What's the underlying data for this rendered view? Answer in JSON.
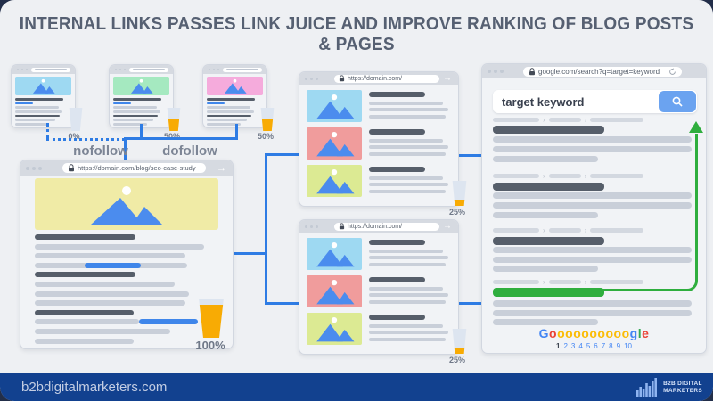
{
  "title": "INTERNAL LINKS PASSES LINK JUICE AND IMPROVE RANKING OF BLOG POSTS & PAGES",
  "links": {
    "nofollow_label": "nofollow",
    "dofollow_label": "dofollow"
  },
  "source_pages": [
    {
      "juice": "0%",
      "link_type": "nofollow"
    },
    {
      "juice": "50%",
      "link_type": "dofollow"
    },
    {
      "juice": "50%",
      "link_type": "dofollow"
    }
  ],
  "main_page": {
    "url": "https://domain.com/blog/seo-case-study",
    "juice": "100%"
  },
  "hub_pages": [
    {
      "url": "https://domain.com/",
      "juice": "25%"
    },
    {
      "url": "https://domain.com/",
      "juice": "25%"
    }
  ],
  "serp": {
    "url": "google.com/search?q=target=keyword",
    "search_query": "target keyword",
    "logo_letters": [
      "G",
      "o",
      "o",
      "o",
      "o",
      "o",
      "o",
      "o",
      "o",
      "o",
      "o",
      "g",
      "l",
      "e"
    ],
    "pages": [
      "1",
      "2",
      "3",
      "4",
      "5",
      "6",
      "7",
      "8",
      "9",
      "10"
    ]
  },
  "footer": {
    "website": "b2bdigitalmarketers.com",
    "logo_line1": "B2B DIGITAL",
    "logo_line2": "MARKETERS"
  },
  "colors": {
    "accent-blue": "#2e7ce4",
    "link-blue": "#3f86ea",
    "juice-orange": "#f8ab04",
    "rank-green": "#2fae3e",
    "footer-navy": "#12418f",
    "hero-yellow": "#f0eba6"
  }
}
